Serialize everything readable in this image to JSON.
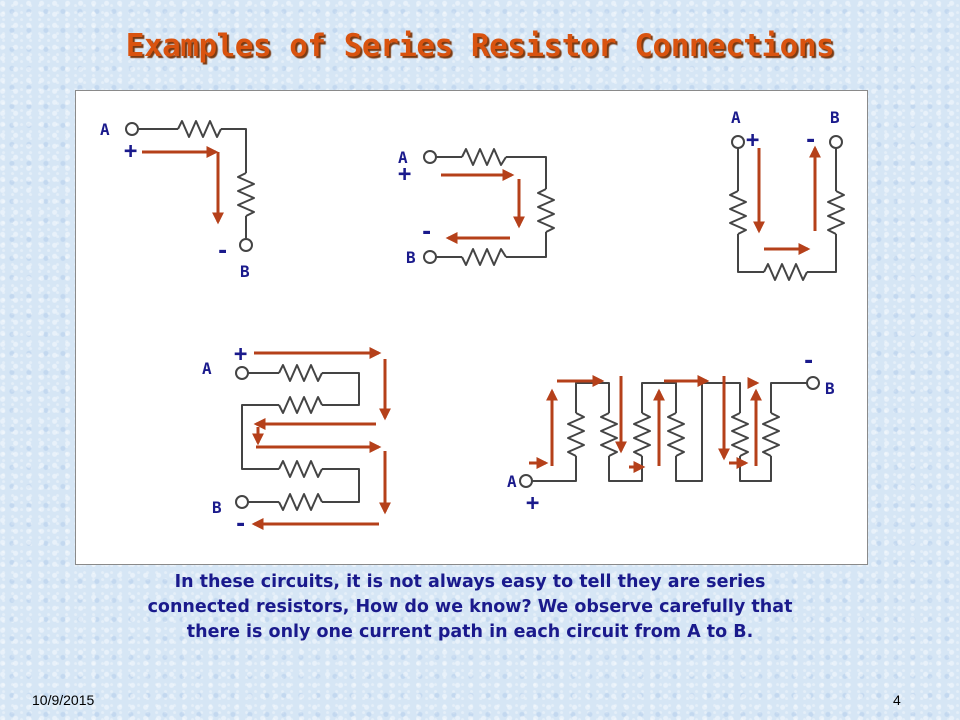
{
  "slide": {
    "title": "Examples of Series Resistor Connections",
    "caption_lines": [
      "In these circuits, it is not always easy to tell they are series",
      "connected resistors, How do we know?  We observe carefully that",
      "there is only one current path in each circuit from A to B."
    ],
    "date": "10/9/2015",
    "page_number": "4"
  },
  "diagram": {
    "terminal_a": "A",
    "terminal_b": "B",
    "plus": "+",
    "minus": "-",
    "colors": {
      "wire": "#444444",
      "arrow": "#b5401a",
      "label": "#1a1a8c"
    }
  }
}
